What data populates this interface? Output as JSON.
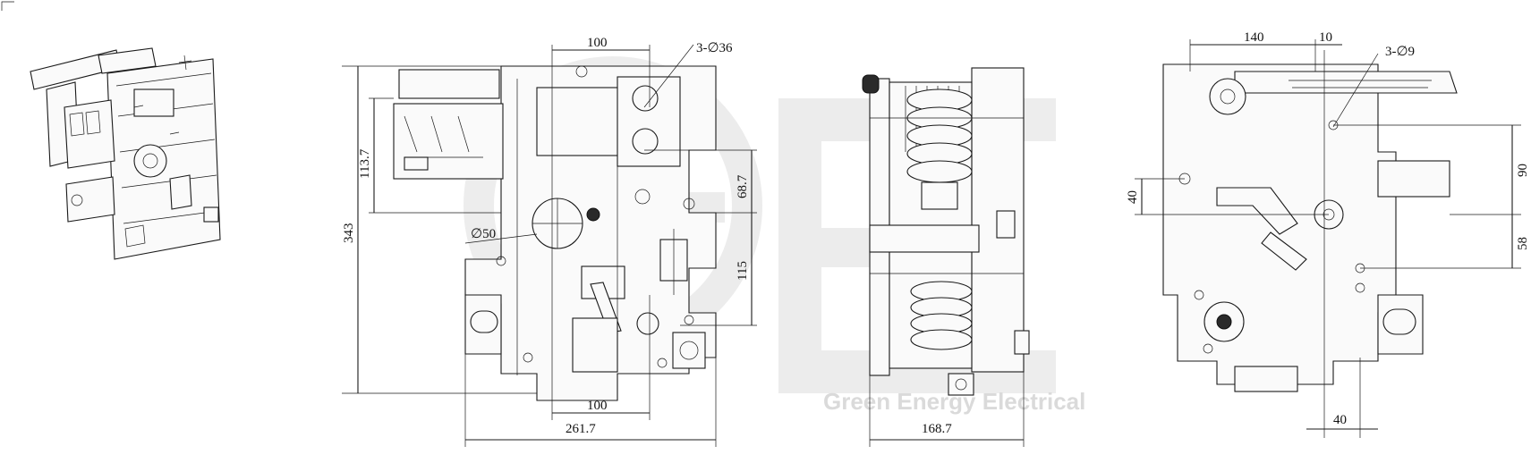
{
  "watermark": {
    "logo_text": "GE",
    "caption": "Green Energy Electrical"
  },
  "front_view": {
    "dims": {
      "top_width": "100",
      "holes": "3-∅36",
      "left_upper": "113.7",
      "overall_height": "343",
      "right_upper": "68.7",
      "right_lower": "115",
      "circle_dia": "∅50",
      "bottom_inner": "100",
      "overall_width": "261.7"
    }
  },
  "side_view": {
    "dims": {
      "width": "168.7"
    }
  },
  "rear_view": {
    "dims": {
      "top_left": "140",
      "top_gap": "10",
      "holes": "3-∅9",
      "left_offset": "40",
      "right_upper": "90",
      "right_lower": "58",
      "bottom": "40"
    }
  },
  "colors": {
    "line": "#1a1a1a",
    "watermark": "#d9d9d9"
  }
}
